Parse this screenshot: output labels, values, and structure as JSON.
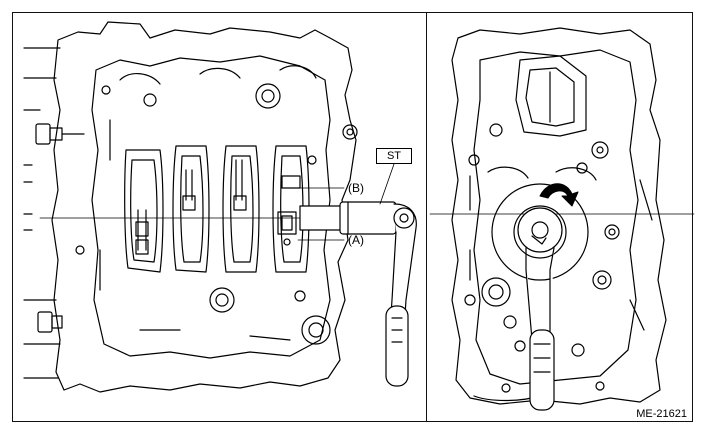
{
  "labels": {
    "st": "ST",
    "b": "(B)",
    "a": "(A)",
    "ref": "ME-21621"
  },
  "icons": {
    "rotation_arrow": "curved-arrow-icon"
  }
}
